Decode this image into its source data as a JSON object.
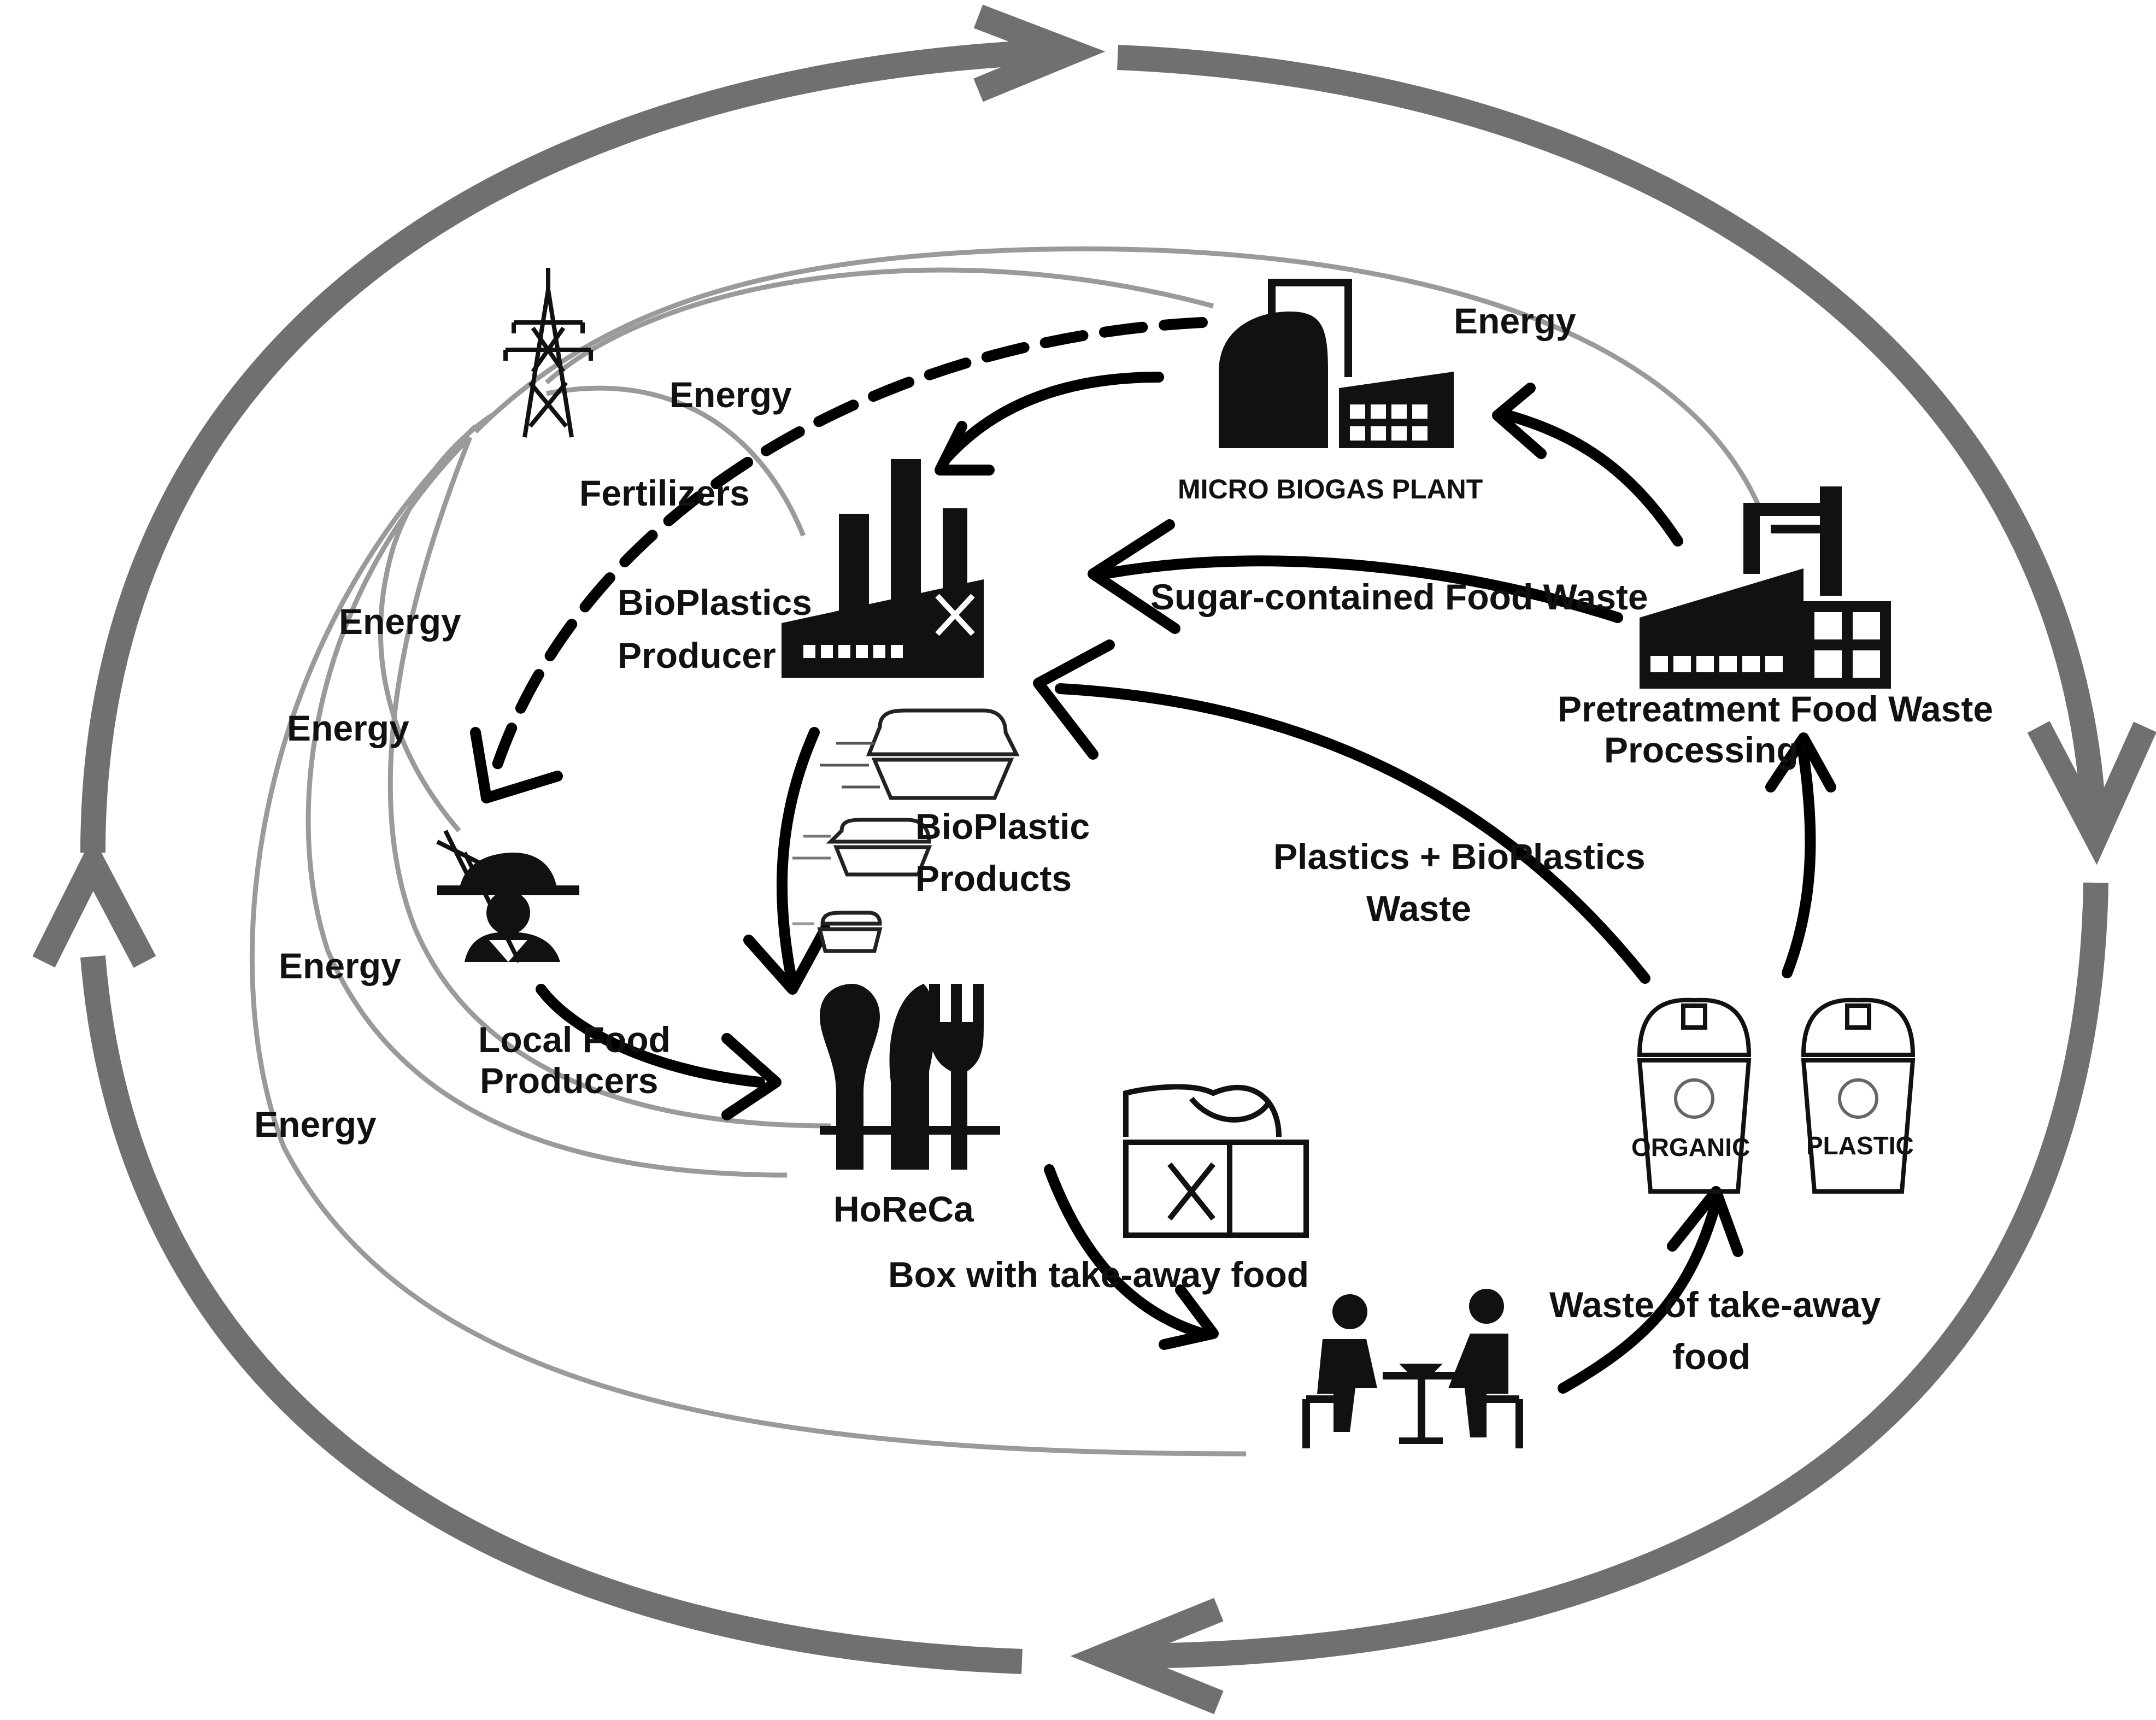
{
  "labels": {
    "energy_top_right": "Energy",
    "energy_top_left": "Energy",
    "fertilizers": "Fertilizers",
    "energy_left_1": "Energy",
    "energy_left_2": "Energy",
    "energy_left_3": "Energy",
    "energy_left_4": "Energy",
    "micro_biogas_plant": "MICRO BIOGAS PLANT",
    "bioplastics_producer_line1": "BioPlastics",
    "bioplastics_producer_line2": "Producer",
    "sugar_food_waste": "Sugar-contained Food Waste",
    "pretreatment_line1": "Pretreatment Food Waste",
    "pretreatment_line2": "Processing",
    "bioplastic_products_line1": "BioPlastic",
    "bioplastic_products_line2": "Products",
    "plastics_waste_line1": "Plastics + BioPlastics",
    "plastics_waste_line2": "Waste",
    "local_food_line1": "Local Food",
    "local_food_line2": "Producers",
    "horeca": "HoReCa",
    "box_takeaway": "Box with take-away food",
    "waste_takeaway_line1": "Waste of take-away",
    "waste_takeaway_line2": "food",
    "bin_organic": "ORGANIC",
    "bin_plastic": "PLASTIC"
  },
  "icons": {
    "power_tower": "power-tower-icon",
    "biogas_plant": "biogas-plant-icon",
    "bioplastics_factory": "factory-icon",
    "pretreatment_factory": "factory-icon",
    "farmer": "farmer-icon",
    "horeca": "cutlery-icon",
    "takeaway_box": "takeaway-box-icon",
    "diners": "people-eating-icon",
    "organic_bin": "recycle-bin-icon",
    "plastic_bin": "recycle-bin-icon"
  },
  "colors": {
    "outer_cycle": "#707070",
    "flow_arrow": "#000000",
    "energy_line": "#9a9a9a",
    "icon": "#111111"
  }
}
